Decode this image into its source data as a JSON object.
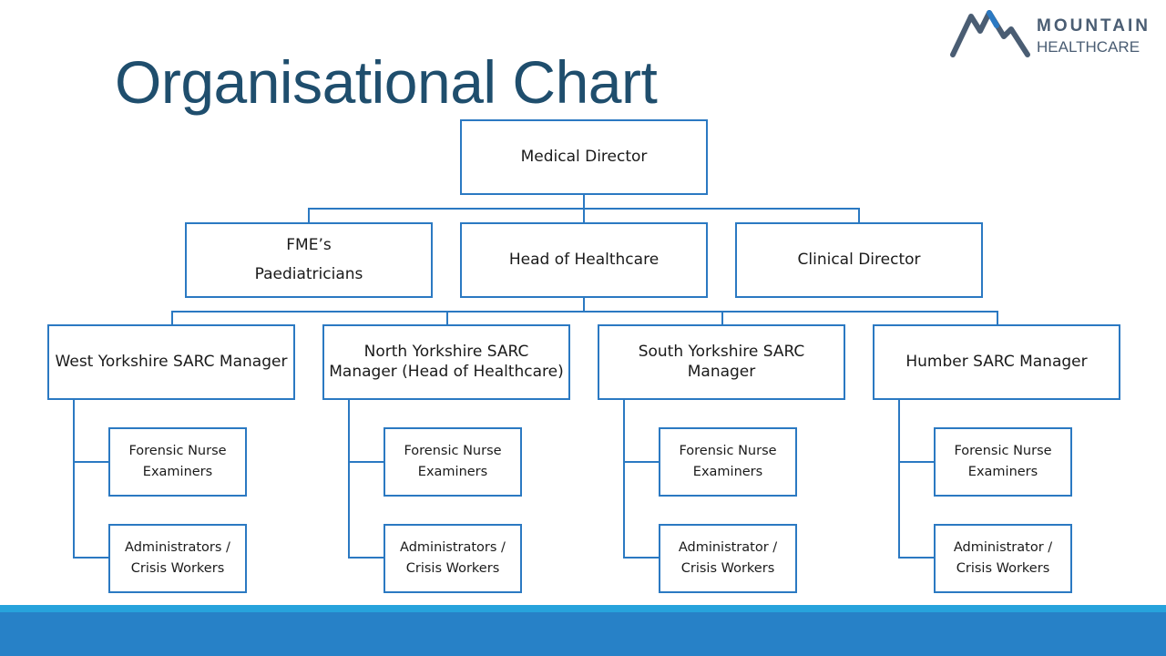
{
  "title": "Organisational Chart",
  "logo": {
    "line1": "MOUNTAIN",
    "line2": "HEALTHCARE"
  },
  "top": {
    "label": "Medical Director"
  },
  "second_level": [
    {
      "lines": [
        "FME’s",
        "Paediatricians"
      ]
    },
    {
      "label": "Head of Healthcare"
    },
    {
      "label": "Clinical Director"
    }
  ],
  "managers": [
    {
      "label": "West Yorkshire SARC Manager",
      "staff": [
        "Forensic Nurse Examiners",
        "Administrators / Crisis Workers"
      ]
    },
    {
      "label": "North Yorkshire SARC Manager (Head of Healthcare)",
      "staff": [
        "Forensic Nurse Examiners",
        "Administrators / Crisis Workers"
      ]
    },
    {
      "label": "South Yorkshire SARC Manager",
      "staff": [
        "Forensic Nurse Examiners",
        "Administrator / Crisis Workers"
      ]
    },
    {
      "label": "Humber SARC Manager",
      "staff": [
        "Forensic Nurse Examiners",
        "Administrator / Crisis Workers"
      ]
    }
  ],
  "colors": {
    "title": "#1f4e6d",
    "box_border": "#2b79c2",
    "footer": "#2781c7",
    "footer_accent": "#27a3dc"
  }
}
